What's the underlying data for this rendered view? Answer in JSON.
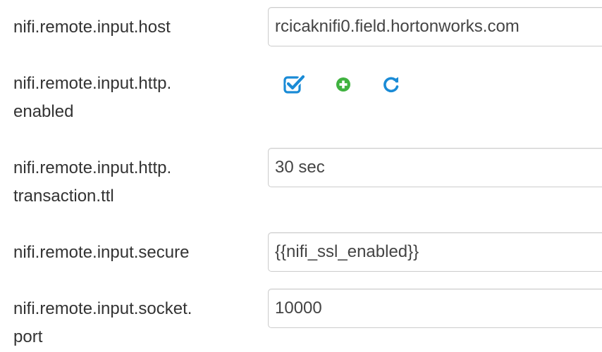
{
  "properties": [
    {
      "label": "nifi.remote.input.host",
      "value": "rcicaknifi0.field.hortonworks.com"
    },
    {
      "label": "nifi.remote.input.http.\nenabled",
      "checkbox_checked": true
    },
    {
      "label": "nifi.remote.input.http.\ntransaction.ttl",
      "value": "30 sec"
    },
    {
      "label": "nifi.remote.input.secure",
      "value": "{{nifi_ssl_enabled}}"
    },
    {
      "label": "nifi.remote.input.socket.\nport",
      "value": "10000"
    }
  ],
  "icons": {
    "checkbox": "checked-checkbox-icon",
    "add": "plus-circle-icon",
    "refresh": "refresh-icon"
  },
  "colors": {
    "checkbox": "#1a8bd6",
    "add": "#3fb23f",
    "refresh": "#1a8bd6"
  }
}
